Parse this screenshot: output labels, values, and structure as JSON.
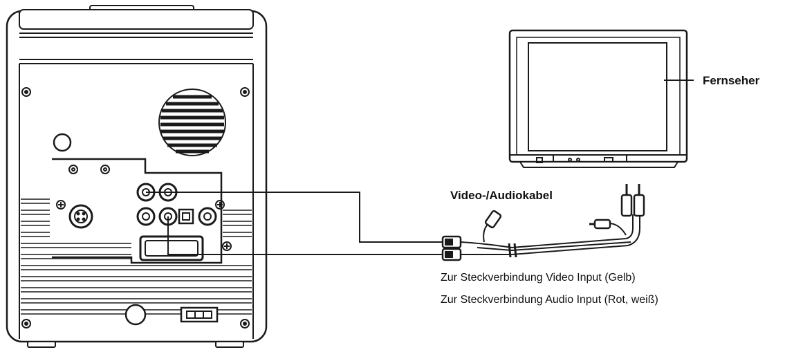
{
  "labels": {
    "tv": "Fernseher",
    "cable": "Video-/Audiokabel",
    "video_input": "Zur Steckverbindung Video Input (Gelb)",
    "audio_input": "Zur Steckverbindung Audio Input (Rot, weiß)"
  },
  "colors": {
    "line": "#1a1a1a",
    "fill": "#ffffff"
  }
}
